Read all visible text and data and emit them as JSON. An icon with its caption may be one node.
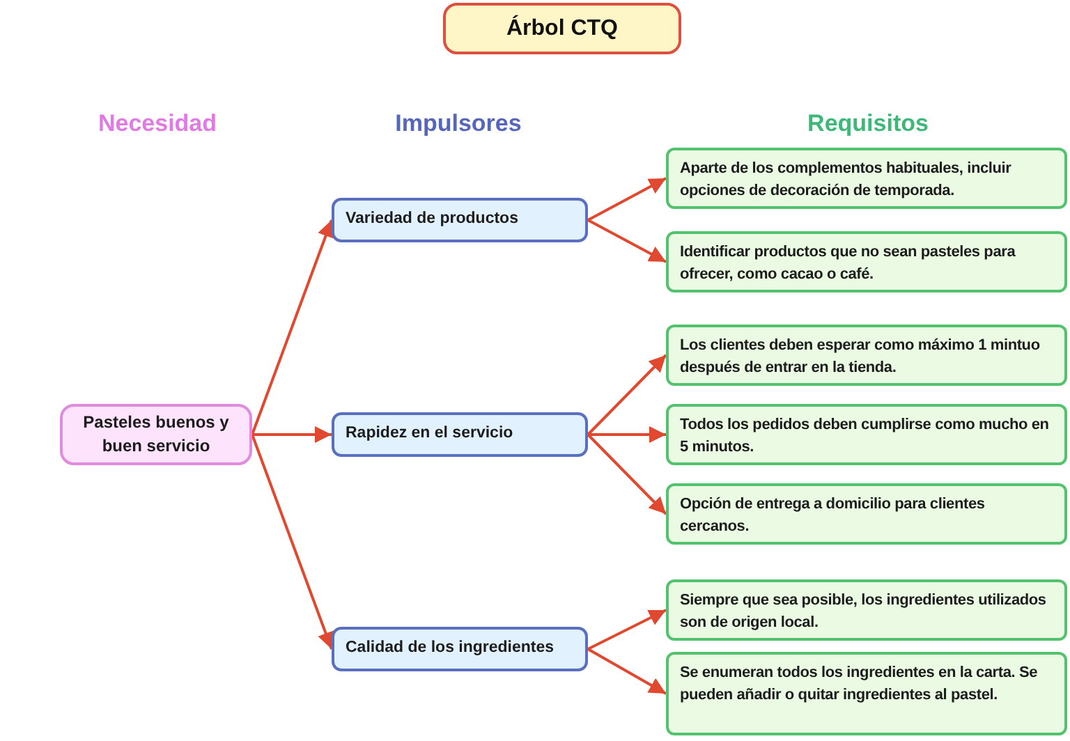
{
  "diagram": {
    "title": "Árbol CTQ",
    "nodes": [
      {
        "text": [
          "Pasteles buenos y buen servicio"
        ]
      },
      {
        "text": [
          "Variedad de productos"
        ]
      },
      {
        "text": [
          "Rapidez en el servicio"
        ]
      },
      {
        "text": [
          "Calidad de los ingredientes"
        ]
      },
      {
        "text": [
          "Aparte de los complementos habituales, incluir opciones de decoración de temporada."
        ]
      },
      {
        "text": [
          "Identificar productos que no sean pasteles para ofrecer, como cacao o café."
        ]
      },
      {
        "text": [
          "Los clientes deben esperar como máximo 1 mintuo después de entrar en la tienda."
        ]
      },
      {
        "text": [
          "Todos los pedidos deben cumplirse como mucho en 5 minutos."
        ]
      },
      {
        "text": [
          "Opción de entrega a domicilio para clientes cercanos."
        ]
      },
      {
        "text": [
          "Siempre que sea posible, los ingredientes utilizados son de origen local."
        ]
      },
      {
        "text": [
          "Se enumeran todos los ingredientes en la carta. Se pueden añadir o quitar ingredientes al pastel."
        ]
      }
    ],
    "edges": [
      {
        "from": 0,
        "to": 1,
        "arrow": "to"
      },
      {
        "from": 0,
        "to": 2,
        "arrow": "to"
      },
      {
        "from": 0,
        "to": 3,
        "arrow": "to"
      },
      {
        "from": 1,
        "to": 4,
        "arrow": "to"
      },
      {
        "from": 1,
        "to": 5,
        "arrow": "to"
      },
      {
        "from": 2,
        "to": 6,
        "arrow": "to"
      },
      {
        "from": 2,
        "to": 7,
        "arrow": "to"
      },
      {
        "from": 2,
        "to": 8,
        "arrow": "to"
      },
      {
        "from": 3,
        "to": 9,
        "arrow": "to"
      },
      {
        "from": 3,
        "to": 10,
        "arrow": "to"
      }
    ],
    "labels": [
      "Necesidad",
      "Impulsores",
      "Requisitos"
    ]
  }
}
